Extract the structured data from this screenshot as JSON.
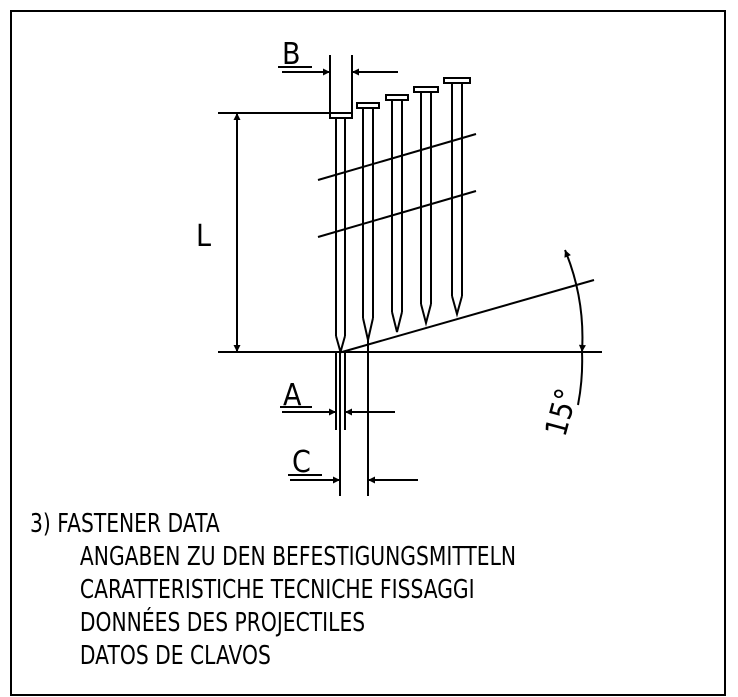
{
  "figure": {
    "labels": {
      "B": "B",
      "L": "L",
      "A": "A",
      "C": "C",
      "angle": "15°"
    },
    "colors": {
      "ink": "#000000",
      "paper": "#ffffff"
    }
  },
  "caption": {
    "number": "3)",
    "lines": [
      "FASTENER DATA",
      "ANGABEN ZU DEN BEFESTIGUNGSMITTELN",
      "CARATTERISTICHE TECNICHE FISSAGGI",
      "DONNÉES DES PROJECTILES",
      "DATOS DE CLAVOS"
    ]
  }
}
